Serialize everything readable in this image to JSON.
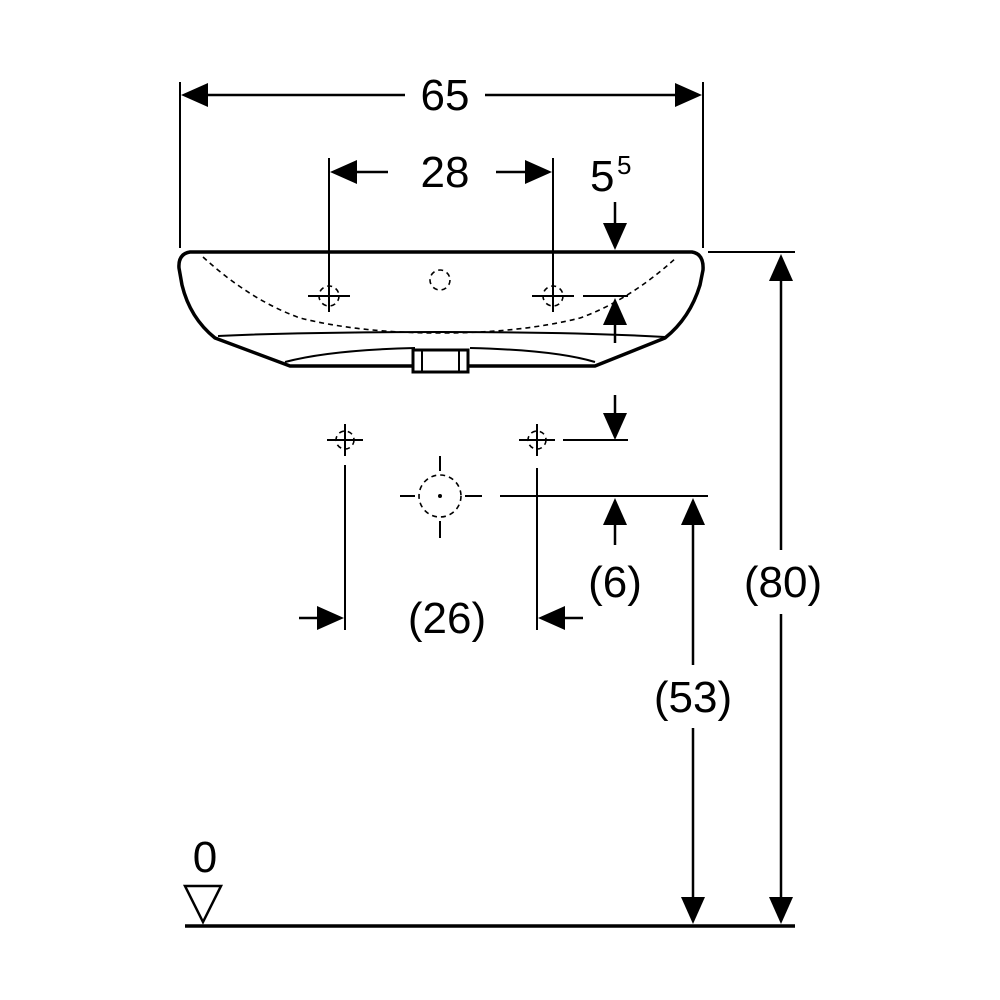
{
  "dimensions": {
    "overall_width": "65",
    "tap_hole_spacing": "28",
    "rim_depth_base": "5",
    "rim_depth_sup": "5",
    "fixing_offset": "(6)",
    "fixing_spacing": "(26)",
    "waste_height": "(53)",
    "rim_height": "(80)",
    "floor_level": "0"
  },
  "colors": {
    "stroke": "#000000",
    "background": "#ffffff"
  }
}
